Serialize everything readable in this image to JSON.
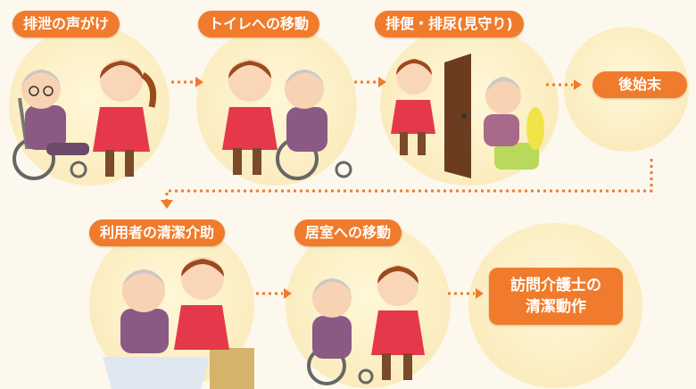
{
  "steps": [
    {
      "label": "排泄の声がけ"
    },
    {
      "label": "トイレへの移動"
    },
    {
      "label": "排便・排尿(見守り)"
    },
    {
      "label": "後始末"
    },
    {
      "label": "利用者の清潔介助"
    },
    {
      "label": "居室への移動"
    },
    {
      "label": "訪問介護士の",
      "label2": "清潔動作"
    }
  ],
  "colors": {
    "accent": "#f07b2c",
    "background": "#fdf8ee",
    "circle": "#fcefc4"
  }
}
